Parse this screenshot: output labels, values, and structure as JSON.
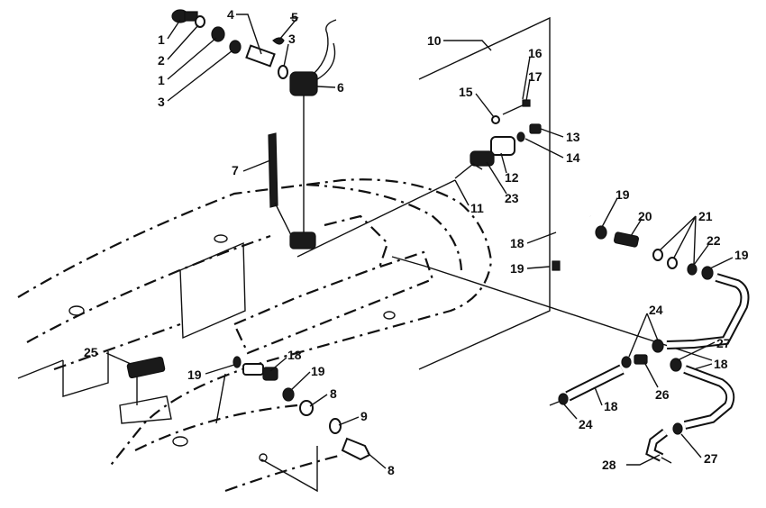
{
  "callouts": [
    {
      "id": "c1a",
      "text": "1"
    },
    {
      "id": "c2",
      "text": "2"
    },
    {
      "id": "c1b",
      "text": "1"
    },
    {
      "id": "c3a",
      "text": "3"
    },
    {
      "id": "c4",
      "text": "4"
    },
    {
      "id": "c5",
      "text": "5"
    },
    {
      "id": "c3b",
      "text": "3"
    },
    {
      "id": "c6",
      "text": "6"
    },
    {
      "id": "c7",
      "text": "7"
    },
    {
      "id": "c10",
      "text": "10"
    },
    {
      "id": "c15",
      "text": "15"
    },
    {
      "id": "c16",
      "text": "16"
    },
    {
      "id": "c17",
      "text": "17"
    },
    {
      "id": "c13",
      "text": "13"
    },
    {
      "id": "c14",
      "text": "14"
    },
    {
      "id": "c12",
      "text": "12"
    },
    {
      "id": "c23",
      "text": "23"
    },
    {
      "id": "c11",
      "text": "11"
    },
    {
      "id": "c19a",
      "text": "19"
    },
    {
      "id": "c20",
      "text": "20"
    },
    {
      "id": "c21",
      "text": "21"
    },
    {
      "id": "c18a",
      "text": "18"
    },
    {
      "id": "c22",
      "text": "22"
    },
    {
      "id": "c19b",
      "text": "19"
    },
    {
      "id": "c19c",
      "text": "19"
    },
    {
      "id": "c24a",
      "text": "24"
    },
    {
      "id": "c27a",
      "text": "27"
    },
    {
      "id": "c18b",
      "text": "18"
    },
    {
      "id": "c26",
      "text": "26"
    },
    {
      "id": "c18c",
      "text": "18"
    },
    {
      "id": "c24b",
      "text": "24"
    },
    {
      "id": "c28",
      "text": "28"
    },
    {
      "id": "c27b",
      "text": "27"
    },
    {
      "id": "c25",
      "text": "25"
    },
    {
      "id": "c19d",
      "text": "19"
    },
    {
      "id": "c18d",
      "text": "18"
    },
    {
      "id": "c19e",
      "text": "19"
    },
    {
      "id": "c8a",
      "text": "8"
    },
    {
      "id": "c9",
      "text": "9"
    },
    {
      "id": "c8b",
      "text": "8"
    }
  ]
}
